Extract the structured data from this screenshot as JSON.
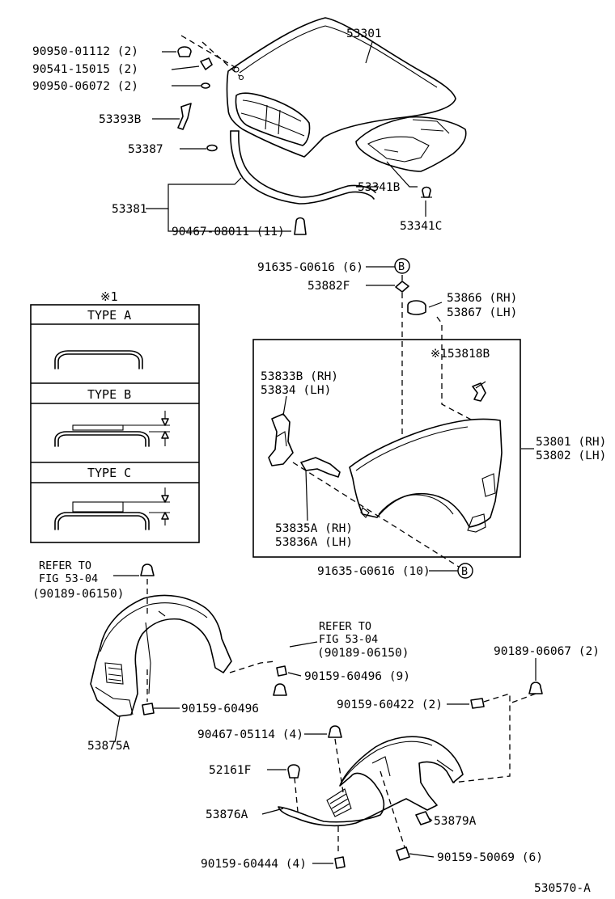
{
  "diagram": {
    "labels": {
      "l53301": "53301",
      "l9095001112": "90950-01112 (2)",
      "l9054115015": "90541-15015 (2)",
      "l9095006072": "90950-06072 (2)",
      "l53393b": "53393B",
      "l53387": "53387",
      "l53381": "53381",
      "l9046708011": "90467-08011 (11)",
      "l53341b": "53341B",
      "l53341c": "53341C",
      "l91635g0616_6": "91635-G0616 (6)",
      "l53882f": "53882F",
      "l53866": "53866 (RH)",
      "l53867": "53867 (LH)",
      "l53818b": "※153818B",
      "l53833b": "53833B (RH)",
      "l53834": "53834  (LH)",
      "l53801": "53801 (RH)",
      "l53802": "53802 (LH)",
      "l53835a": "53835A (RH)",
      "l53836a": "53836A (LH)",
      "l91635g0616_10": "91635-G0616 (10)",
      "refer1a": "REFER TO",
      "refer1b": "FIG 53-04",
      "refer1c": "(90189-06150)",
      "refer2a": "REFER TO",
      "refer2b": "FIG 53-04",
      "refer2c": "(90189-06150)",
      "l9015960496_9": "90159-60496 (9)",
      "l9015960496": "90159-60496",
      "l53875a": "53875A",
      "l9018906067": "90189-06067 (2)",
      "l9015960422": "90159-60422 (2)",
      "l9046705114": "90467-05114 (4)",
      "l52161f": "52161F",
      "l53876a": "53876A",
      "l53879a": "53879A",
      "l9015960444": "90159-60444 (4)",
      "l9015950069": "90159-50069 (6)",
      "figcode": "530570-A",
      "callout_b": "B"
    },
    "legend": {
      "note": "※1",
      "type_a": "TYPE  A",
      "type_b": "TYPE  B",
      "type_c": "TYPE  C"
    }
  }
}
